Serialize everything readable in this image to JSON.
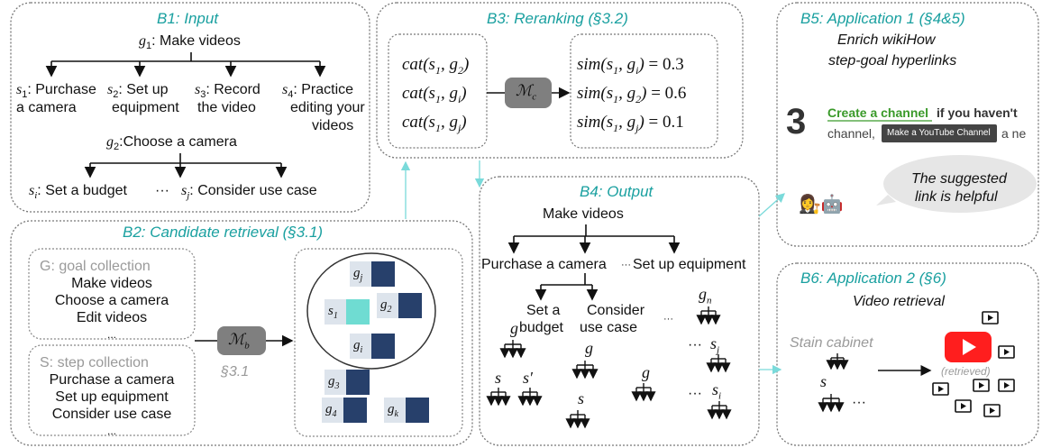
{
  "b1": {
    "title": "B1: Input",
    "goal1": "g1: Make videos",
    "steps": [
      {
        "sym": "s1",
        "text1": ": Purchase",
        "text2": "a camera"
      },
      {
        "sym": "s2",
        "text1": ": Set up",
        "text2": "equipment"
      },
      {
        "sym": "s3",
        "text1": ": Record",
        "text2": "the video"
      },
      {
        "sym": "s4",
        "text1": ": Practice",
        "text2": "editing your",
        "text3": "videos"
      }
    ],
    "goal2": "g2:Choose a camera",
    "si": "si: Set a budget",
    "dots": "···",
    "sj": "sj: Consider use case"
  },
  "b2": {
    "title": "B2: Candidate retrieval (§3.1)",
    "goal_collection": {
      "header": "G: goal collection",
      "items": [
        "Make videos",
        "Choose a camera",
        "Edit videos",
        "..."
      ]
    },
    "step_collection": {
      "header": "S: step collection",
      "items": [
        "Purchase a camera",
        "Set up equipment",
        "Consider use case",
        "..."
      ]
    },
    "model": "ℳb",
    "section": "§3.1",
    "vectors": [
      "gj",
      "s1",
      "g2",
      "gi",
      "g3",
      "g4",
      "gk"
    ]
  },
  "b3": {
    "title": "B3: Reranking (§3.2)",
    "inputs": [
      "cat(s1, g2)",
      "cat(s1, gi)",
      "cat(s1, gj)"
    ],
    "model": "ℳc",
    "outputs": [
      "sim(s1, gi) = 0.3",
      "sim(s1, g2) = 0.6",
      "sim(s1, gj) = 0.1"
    ]
  },
  "b4": {
    "title": "B4: Output",
    "root": "Make videos",
    "child1": "Purchase a camera",
    "mid_dots": "···",
    "child2": "Set up equipment",
    "leaf1": "Set a",
    "leaf1b": "budget",
    "leaf2": "Consider",
    "leaf2b": "use case",
    "leaf_dots": "···",
    "gn": "gn",
    "g_label": "g",
    "s_label": "s",
    "s_prime": "s′",
    "sj": "sj",
    "si": "si",
    "dots": "···"
  },
  "b5": {
    "title": "B5: Application 1 (§4&5)",
    "subtitle1": "Enrich wikiHow",
    "subtitle2": "step-goal hyperlinks",
    "step_number": "3",
    "link_text": "Create a channel",
    "rest_text": "if you haven't",
    "line2_a": "channel,",
    "tooltip": "Make a YouTube Channel",
    "line2_b": "a ne",
    "bubble1": "The suggested",
    "bubble2": "link is helpful"
  },
  "b6": {
    "title": "B6: Application 2 (§6)",
    "subtitle": "Video retrieval",
    "query": "Stain cabinet",
    "s_label": "s",
    "dots": "···",
    "retrieved": "(retrieved)"
  },
  "colors": {
    "teal": "#1aa0a0",
    "navy": "#27406b",
    "cyan": "#6fdcd2",
    "model": "#7f7f7f",
    "link": "#3a9a2a",
    "youtube": "#ff1e1e",
    "arrow": "#7adada"
  }
}
